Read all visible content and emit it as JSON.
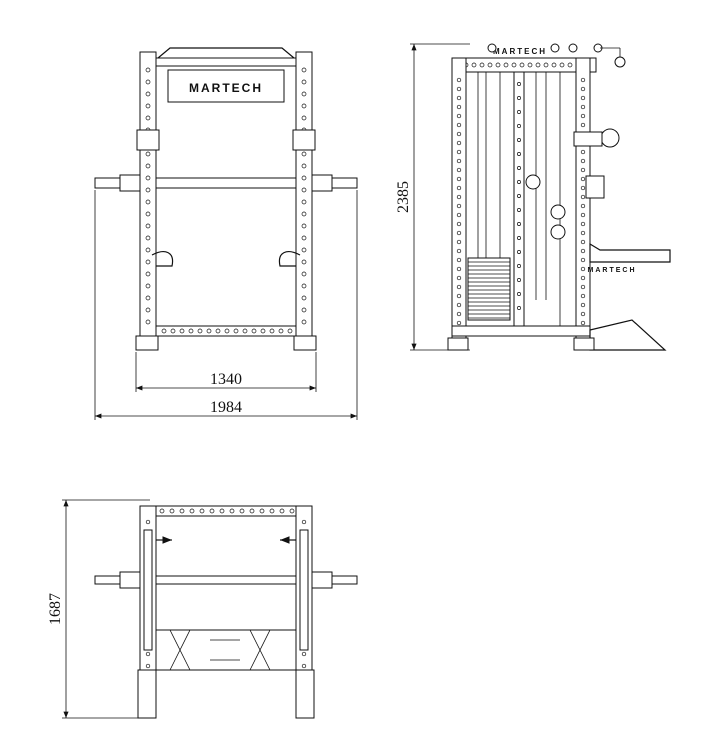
{
  "front_view": {
    "brand": "MARTECH",
    "dim_inner_width": "1340",
    "dim_outer_width": "1984"
  },
  "side_view": {
    "brand_top": "MARTECH",
    "brand_shelf": "MARTECH",
    "dim_height": "2385"
  },
  "top_view": {
    "dim_depth": "1687"
  }
}
